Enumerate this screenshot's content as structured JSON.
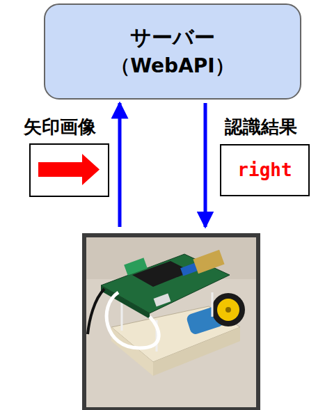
{
  "diagram": {
    "nodes": [
      {
        "text": [
          "サーバー",
          "（WebAPI）"
        ]
      },
      {
        "text": [
          "right"
        ]
      }
    ],
    "labels": [
      "矢印画像",
      "認識結果"
    ]
  }
}
